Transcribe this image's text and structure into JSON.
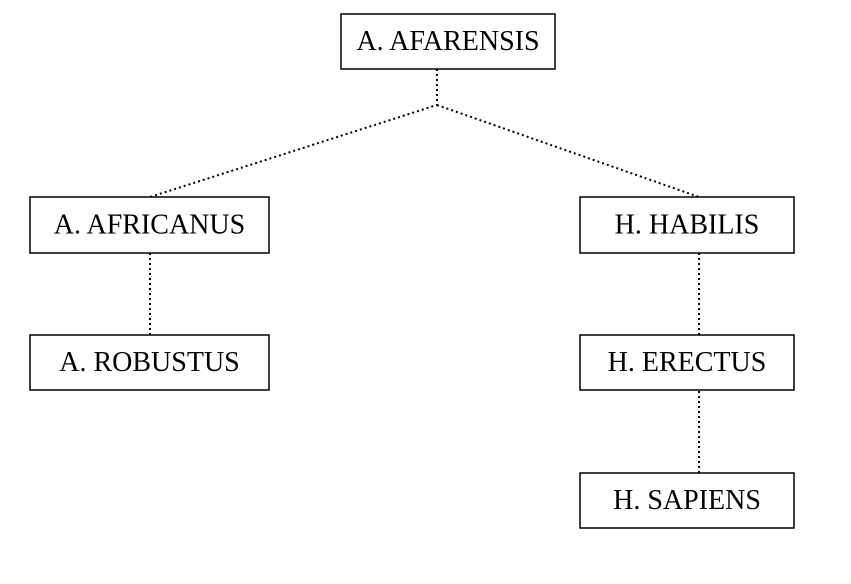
{
  "colors": {
    "background": "#ffffff",
    "line": "#000000",
    "text": "#000000"
  },
  "nodes": [
    {
      "id": "afarensis",
      "label": "A. AFARENSIS"
    },
    {
      "id": "africanus",
      "label": "A. AFRICANUS"
    },
    {
      "id": "robustus",
      "label": "A. ROBUSTUS"
    },
    {
      "id": "habilis",
      "label": "H. HABILIS"
    },
    {
      "id": "erectus",
      "label": "H. ERECTUS"
    },
    {
      "id": "sapiens",
      "label": "H. SAPIENS"
    }
  ],
  "edges": [
    {
      "from": "afarensis",
      "to": "africanus",
      "style": "dotted"
    },
    {
      "from": "afarensis",
      "to": "habilis",
      "style": "dotted"
    },
    {
      "from": "africanus",
      "to": "robustus",
      "style": "dotted"
    },
    {
      "from": "habilis",
      "to": "erectus",
      "style": "dotted"
    },
    {
      "from": "erectus",
      "to": "sapiens",
      "style": "dotted"
    }
  ]
}
